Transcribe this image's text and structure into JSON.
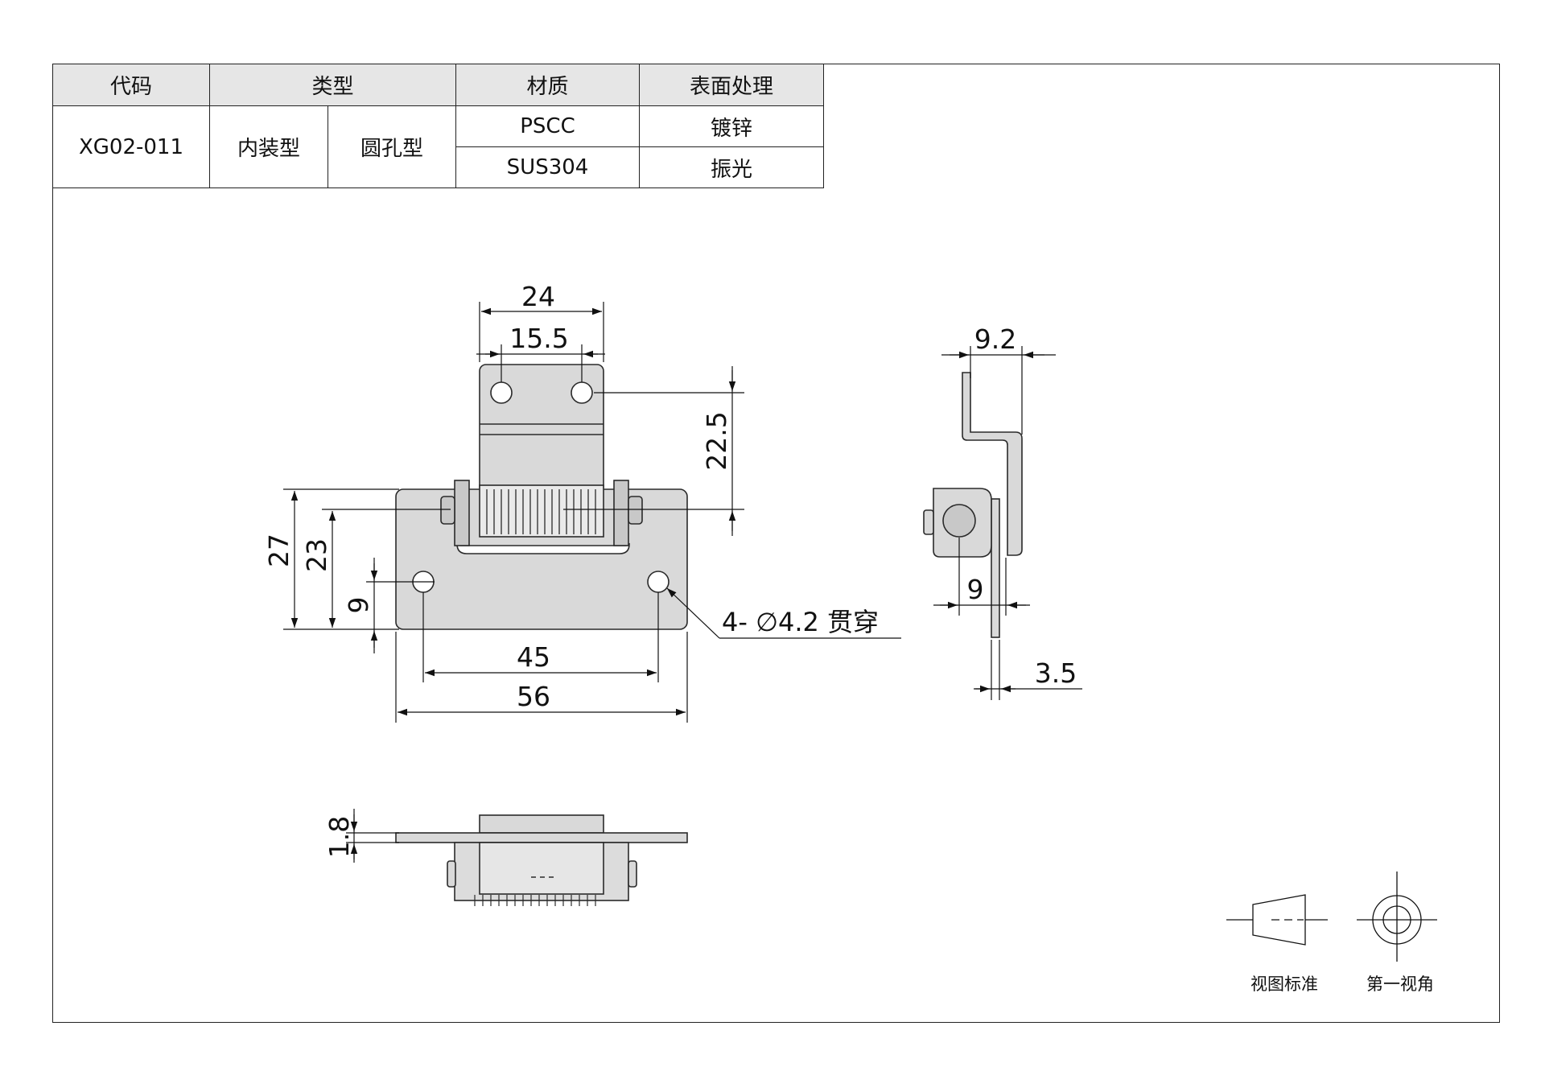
{
  "table": {
    "headers": {
      "code": "代码",
      "type": "类型",
      "material": "材质",
      "surface": "表面处理"
    },
    "row": {
      "code": "XG02-011",
      "type_mount": "内装型",
      "type_hole": "圆孔型",
      "materials": [
        "PSCC",
        "SUS304"
      ],
      "surfaces": [
        "镀锌",
        "振光"
      ]
    }
  },
  "dimensions": {
    "front_width_top": "24",
    "front_hole_spacing_top": "15.5",
    "front_leaf_height": "22.5",
    "front_total_height": "27",
    "front_mid_height": "23",
    "front_hole_height": "9",
    "front_hole_spacing_bottom": "45",
    "front_total_width": "56",
    "hole_callout": "4- ∅4.2 贯穿",
    "side_top_width": "9.2",
    "side_offset": "9",
    "side_thickness": "3.5",
    "bottom_thickness": "1.8"
  },
  "legend": {
    "view_standard": "视图标准",
    "first_angle": "第一视角"
  },
  "colors": {
    "part_fill": "#d9d9d9",
    "part_stroke": "#2a2a2a",
    "line": "#111111"
  }
}
